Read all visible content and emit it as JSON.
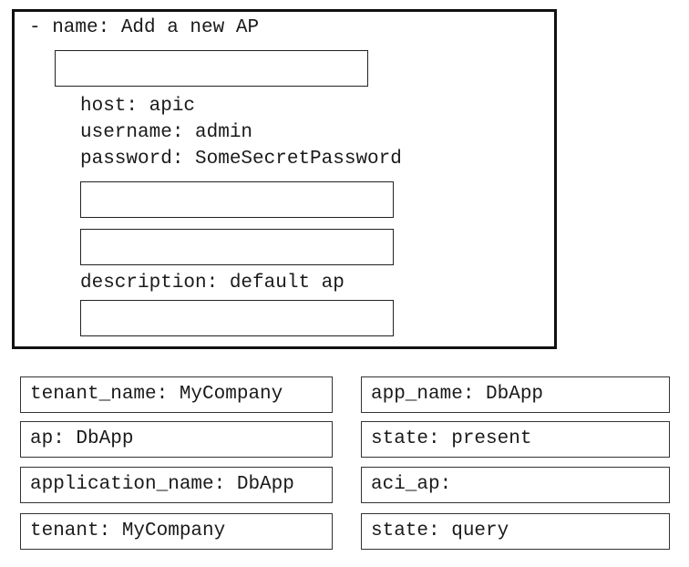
{
  "code": {
    "name_line": "- name: Add a new AP",
    "host_line": "host: apic",
    "username_line": "username: admin",
    "password_line": "password: SomeSecretPassword",
    "description_line": "description: default ap"
  },
  "options": [
    "tenant_name: MyCompany",
    "app_name: DbApp",
    "ap: DbApp",
    "state: present",
    "application_name: DbApp",
    "aci_ap:",
    "tenant: MyCompany",
    "state: query"
  ]
}
